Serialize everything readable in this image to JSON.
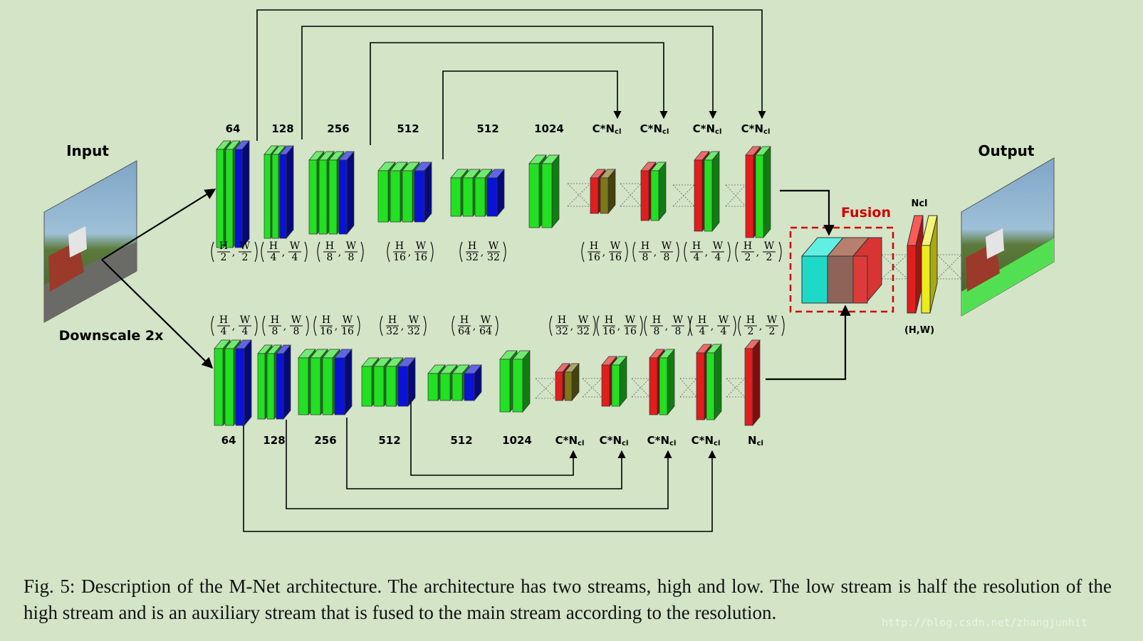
{
  "labels": {
    "input": "Input",
    "output": "Output",
    "downscale": "Downscale 2x",
    "fusion": "Fusion",
    "ncl_top": "Ncl",
    "hw": "(H,W)"
  },
  "high_stream": {
    "channels": [
      "64",
      "128",
      "256",
      "512",
      "512",
      "1024",
      "C*Ncl",
      "C*Ncl",
      "C*Ncl",
      "C*Ncl"
    ],
    "resolutions": [
      [
        "H",
        "2",
        "W",
        "2"
      ],
      [
        "H",
        "4",
        "W",
        "4"
      ],
      [
        "H",
        "8",
        "W",
        "8"
      ],
      [
        "H",
        "16",
        "W",
        "16"
      ],
      [
        "H",
        "32",
        "W",
        "32"
      ],
      [
        "H",
        "16",
        "W",
        "16"
      ],
      [
        "H",
        "8",
        "W",
        "8"
      ],
      [
        "H",
        "4",
        "W",
        "4"
      ],
      [
        "H",
        "2",
        "W",
        "2"
      ]
    ]
  },
  "low_stream": {
    "channels": [
      "64",
      "128",
      "256",
      "512",
      "512",
      "1024",
      "C*Ncl",
      "C*Ncl",
      "C*Ncl",
      "C*Ncl",
      "Ncl"
    ],
    "resolutions": [
      [
        "H",
        "4",
        "W",
        "4"
      ],
      [
        "H",
        "8",
        "W",
        "8"
      ],
      [
        "H",
        "16",
        "W",
        "16"
      ],
      [
        "H",
        "32",
        "W",
        "32"
      ],
      [
        "H",
        "64",
        "W",
        "64"
      ],
      [
        "H",
        "32",
        "W",
        "32"
      ],
      [
        "H",
        "16",
        "W",
        "16"
      ],
      [
        "H",
        "8",
        "W",
        "8"
      ],
      [
        "H",
        "4",
        "W",
        "4"
      ],
      [
        "H",
        "2",
        "W",
        "2"
      ]
    ]
  },
  "caption": "Fig. 5: Description of the M-Net architecture. The architecture has two streams, high and low. The low stream is half the resolution of the high stream and is an auxiliary stream that is fused to the main stream according to the resolution.",
  "watermark": "http://blog.csdn.net/zhangjunhit",
  "colors": {
    "background": "#d3e4c7",
    "conv": "#22e022",
    "pool": "#0b12d8",
    "score": "#e21d1d",
    "dark": "#7d7818",
    "fusion_label": "#d10000",
    "cyan": "#1fd9c8",
    "yellow": "#ecec1c"
  }
}
